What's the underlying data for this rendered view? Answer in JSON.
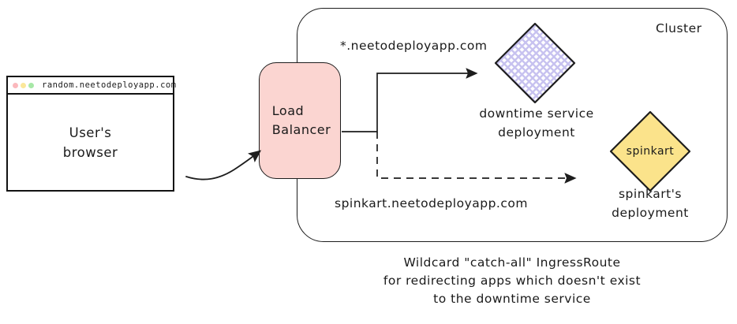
{
  "diagram": {
    "title_caption": "Wildcard \"catch-all\" IngressRoute\nfor redirecting apps which doesn't exist\nto the downtime service",
    "colors": {
      "load_balancer_fill": "#fbd5d1",
      "spinkart_fill": "#fbe38b",
      "downtime_fill": "#ffffff",
      "downtime_hatch": "#c7c2f0",
      "stroke": "#1d1d1d",
      "dot_red": "#fbb8bd",
      "dot_yellow": "#fbe79a",
      "dot_green": "#a7e8a7"
    }
  },
  "browser": {
    "url": "random.neetodeployapp.com",
    "label": "User's\nbrowser",
    "dots": [
      "dot-red",
      "dot-yellow",
      "dot-green"
    ]
  },
  "cluster": {
    "label": "Cluster"
  },
  "load_balancer": {
    "label": "Load\nBalancer"
  },
  "nodes": {
    "downtime": {
      "caption": "downtime service\ndeployment",
      "shape": "diamond"
    },
    "spinkart": {
      "inner_label": "spinkart",
      "caption": "spinkart's\ndeployment",
      "shape": "diamond"
    }
  },
  "edges": {
    "wildcard_host": "*.neetodeployapp.com",
    "spinkart_host": "spinkart.neetodeployapp.com",
    "browser_to_lb_style": "curved-solid-arrow",
    "lb_to_downtime_style": "solid-arrow",
    "lb_to_spinkart_style": "dashed-arrow"
  }
}
